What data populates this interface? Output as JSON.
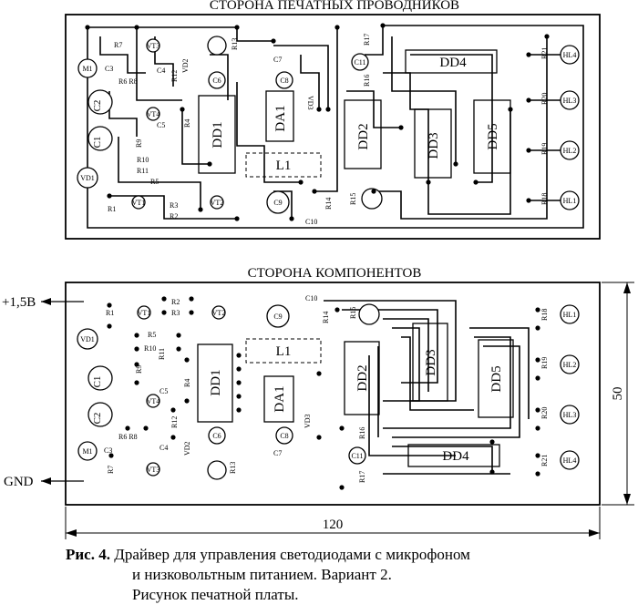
{
  "top_view": {
    "title": "СТОРОНА ПЕЧАТНЫХ ПРОВОДНИКОВ",
    "labels": {
      "dd1": "DD1",
      "dd2": "DD2",
      "dd3": "DD3",
      "dd4": "DD4",
      "dd5": "DD5",
      "da1": "DA1",
      "l1": "L1",
      "vd1": "VD1",
      "vd2": "VD2",
      "vd3": "VD3",
      "c1": "C1",
      "c2": "C2",
      "c3": "C3",
      "c4": "C4",
      "c5": "C5",
      "c6": "C6",
      "c7": "C7",
      "c8": "C8",
      "c9": "C9",
      "c10": "C10",
      "c11": "C11",
      "r1": "R1",
      "r2": "R2",
      "r3": "R3",
      "r4": "R4",
      "r5": "R5",
      "r6r8": "R6 R8",
      "r7": "R7",
      "r9": "R9",
      "r10": "R10",
      "r11": "R11",
      "r12": "R12",
      "r13": "R13",
      "r14": "R14",
      "r15": "R15",
      "r16": "R16",
      "r17": "R17",
      "r18": "R18",
      "r19": "R19",
      "r20": "R20",
      "r21": "R21",
      "m1": "M1",
      "vt1": "VT1",
      "vt2": "VT2",
      "vt3": "VT3",
      "vt4": "VT4",
      "hl1": "HL1",
      "hl2": "HL2",
      "hl3": "HL3",
      "hl4": "HL4"
    }
  },
  "bottom_view": {
    "title": "СТОРОНА КОМПОНЕНТОВ",
    "supply_label": "+1,5В",
    "gnd_label": "GND",
    "dim_width": "120",
    "dim_height": "50",
    "labels": {
      "dd1": "DD1",
      "dd2": "DD2",
      "dd3": "DD3",
      "dd4": "DD4",
      "dd5": "DD5",
      "da1": "DA1",
      "l1": "L1",
      "vd1": "VD1",
      "vd2": "VD2",
      "vd3": "VD3",
      "c1": "C1",
      "c2": "C2",
      "c3": "C3",
      "c4": "C4",
      "c5": "C5",
      "c6": "C6",
      "c7": "C7",
      "c8": "C8",
      "c9": "C9",
      "c10": "C10",
      "c11": "C11",
      "r1": "R1",
      "r2": "R2",
      "r3": "R3",
      "r4": "R4",
      "r5": "R5",
      "r6r8": "R6 R8",
      "r7": "R7",
      "r9": "R9",
      "r10": "R10",
      "r11": "R11",
      "r12": "R12",
      "r13": "R13",
      "r14": "R14",
      "r15": "R15",
      "r16": "R16",
      "r17": "R17",
      "r18": "R18",
      "r19": "R19",
      "r20": "R20",
      "r21": "R21",
      "m1": "M1",
      "vt1": "VT1",
      "vt2": "VT2",
      "vt3": "VT3",
      "vt4": "VT4",
      "hl1": "HL1",
      "hl2": "HL2",
      "hl3": "HL3",
      "hl4": "HL4"
    }
  },
  "caption": {
    "figure_label": "Рис. 4.",
    "line1": "Драйвер для управления светодиодами с микрофоном",
    "line2": "и низковольтным питанием. Вариант 2.",
    "line3": "Рисунок печатной платы."
  }
}
